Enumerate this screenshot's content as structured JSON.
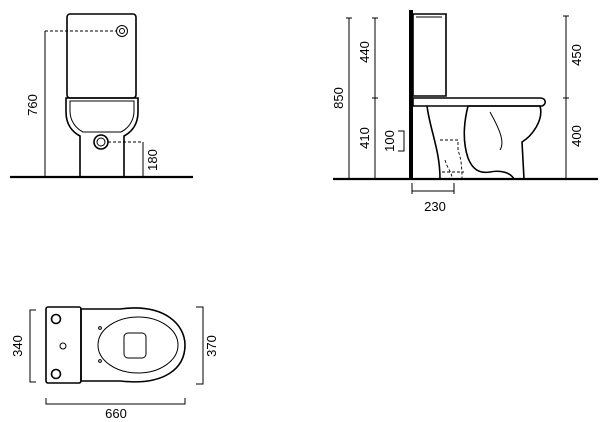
{
  "front_view": {
    "dim_total_height": "760",
    "dim_inlet_height": "180"
  },
  "side_view": {
    "dim_total_height": "850",
    "dim_cistern_height_left": "440",
    "dim_seat_height_left": "410",
    "dim_outlet_height": "100",
    "dim_cistern_height_right": "450",
    "dim_seat_height_right": "400",
    "dim_outlet_offset": "230"
  },
  "top_view": {
    "dim_tank_depth": "340",
    "dim_bowl_width": "370",
    "dim_total_length": "660"
  }
}
